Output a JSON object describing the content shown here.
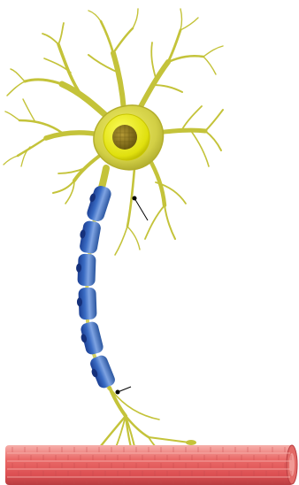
{
  "diagram": {
    "subject": "motor-neuron-with-muscle-fiber",
    "labels": [],
    "colors": {
      "background": "#ffffff",
      "dendrite": "#c4c33a",
      "dendrite_dark": "#9c9a1e",
      "soma": "#d9d54a",
      "soma_rim": "#b9b532",
      "nucleus": "#d8d80c",
      "nucleolus": "#8a7a18",
      "myelin": "#2f5db3",
      "myelin_light": "#6f98dd",
      "myelin_dark": "#15307a",
      "muscle": "#e85a5a",
      "muscle_light": "#f3a3a0",
      "muscle_dark": "#b83c40",
      "pointer_line": "#000000"
    },
    "myelin_sheath_count": 6,
    "leader_line_count": 2
  }
}
